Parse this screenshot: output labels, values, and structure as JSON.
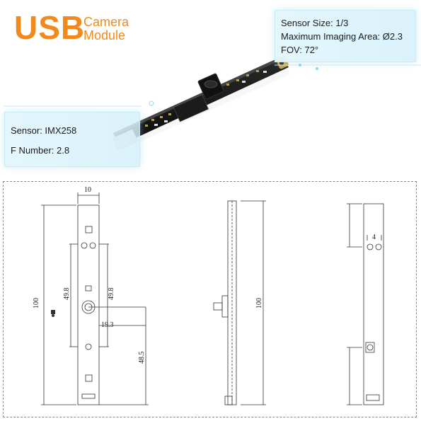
{
  "logo": {
    "main": "USB",
    "sub_line1": "Camera",
    "sub_line2": "Module",
    "color": "#f08a1c"
  },
  "specs_right": [
    "Sensor Size: 1/3",
    "Maximum Imaging Area: Ø2.3",
    "FOV: 72°"
  ],
  "specs_left": [
    "Sensor: IMX258",
    "F Number: 2.8"
  ],
  "dimensions": {
    "width": "10",
    "length": "100",
    "lens_to_bottom": "48.5",
    "lens_offset": "19.3",
    "half_left": "49.8",
    "half_right": "49.8",
    "side_length": "100",
    "hole_spacing": "4"
  }
}
